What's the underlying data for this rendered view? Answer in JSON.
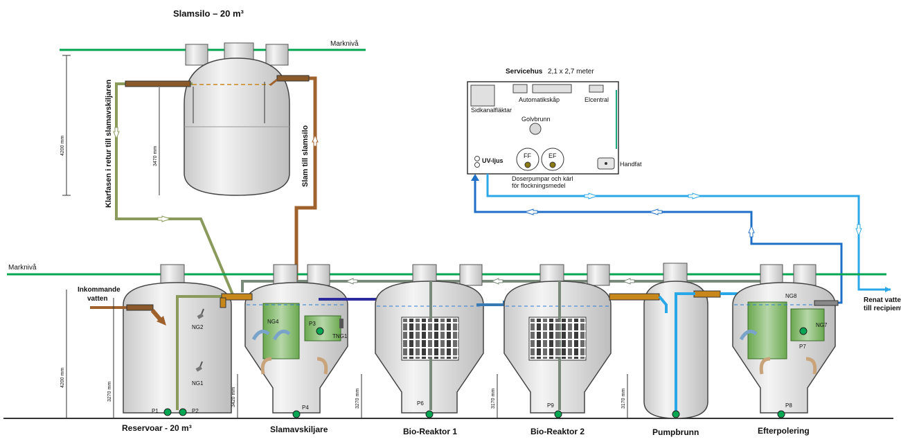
{
  "title": "Slamsilo – 20 m³",
  "ground_label_top": "Marknivå",
  "ground_label_bottom": "Marknivå",
  "silo_dims": {
    "height": "4200 mm",
    "inner": "3470 mm"
  },
  "pipe_labels": {
    "return": "Klarfasen i retur till slamavskiljaren",
    "sludge": "Slam till slamsilo"
  },
  "service_house": {
    "title_bold": "Servicehus",
    "title_rest": "2,1 x  2,7  meter",
    "fan": "Sidkanalfläktar",
    "cabinet": "Automatikskåp",
    "elcentral": "Elcentral",
    "drain": "Golvbrunn",
    "uv": "UV-ljus",
    "ff": "FF",
    "ef": "EF",
    "sink": "Handfat",
    "dosing_line1": "Doserpumpar och kärl",
    "dosing_line2": "för flockningsmedel"
  },
  "inlet": {
    "line1": "Inkommande",
    "line2": "vatten"
  },
  "outlet": {
    "line1": "Renat vatten",
    "line2": "till recipient"
  },
  "reservoir_dims": {
    "height": "4200 mm",
    "inner": "3270 mm"
  },
  "tank_heights": {
    "slam": "3420 mm",
    "bio1": "3270 mm",
    "bio2": "3170 mm",
    "pump": "3170 mm"
  },
  "equipment": {
    "ng1": "NG1",
    "ng2": "NG2",
    "ng4": "NG4",
    "ng7": "NG7",
    "ng8": "NG8",
    "p1": "P1",
    "p2": "P2",
    "p3": "P3",
    "p4": "P4",
    "p6": "P6",
    "p7": "P7",
    "p8": "P8",
    "p9": "P9",
    "tng1": "TNG1"
  },
  "tanks": [
    "Reservoar  - 20 m³",
    "Slamavskiljare",
    "Bio-Reaktor 1",
    "Bio-Reaktor 2",
    "Pumpbrunn",
    "Efterpolering"
  ],
  "colors": {
    "ground": "#00a651",
    "sludge": "#a0622d",
    "clear": "#8a9a5b",
    "air": "#1f6fc7",
    "water": "#2aa7e6",
    "return": "#7a8a7a"
  }
}
